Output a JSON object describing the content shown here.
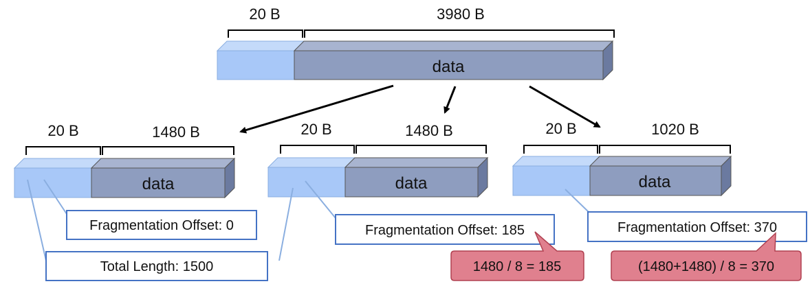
{
  "original": {
    "header_size": "20 B",
    "data_size": "3980 B",
    "data_label": "data"
  },
  "fragments": [
    {
      "header_size": "20 B",
      "data_size": "1480 B",
      "data_label": "data",
      "offset_label": "Fragmentation Offset: 0",
      "length_label": "Total Length: 1500"
    },
    {
      "header_size": "20 B",
      "data_size": "1480 B",
      "data_label": "data",
      "offset_label": "Fragmentation Offset: 185",
      "calc_label": "1480 / 8 = 185"
    },
    {
      "header_size": "20 B",
      "data_size": "1020 B",
      "data_label": "data",
      "offset_label": "Fragmentation Offset: 370",
      "calc_label": "(1480+1480) / 8 = 370"
    }
  ],
  "colors": {
    "header_front": "#a8c8f8",
    "header_top": "#c4dafa",
    "data_front": "#8e9dbf",
    "data_top": "#a8b4d0",
    "data_side": "#6b7aa0",
    "box_border": "#4472c4",
    "callout_fill": "#e0808e",
    "callout_border": "#b04050"
  }
}
